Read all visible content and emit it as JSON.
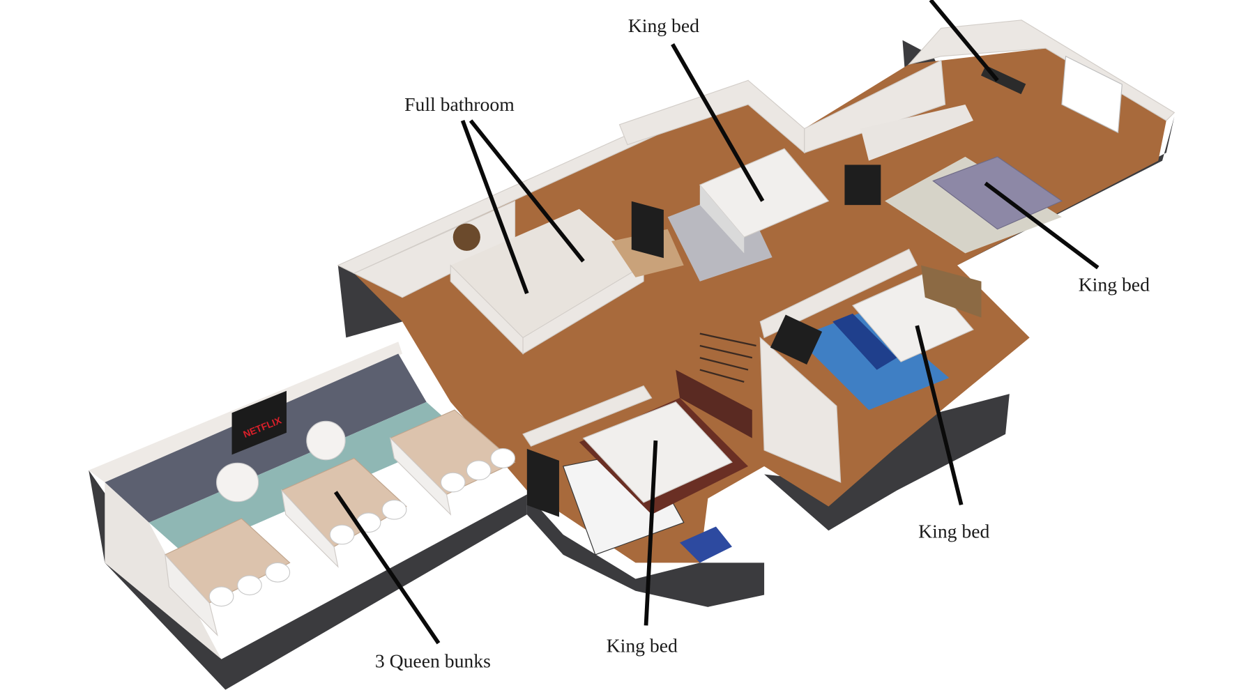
{
  "title": "Isometric floor plan with room callouts",
  "labels": {
    "king_bed_top": "King bed",
    "full_bathroom": "Full bathroom",
    "king_bed_right": "King bed",
    "king_bed_middle": "King bed",
    "king_bed_bottom": "King bed",
    "queen_bunks": "3 Queen bunks"
  },
  "tv_sign": "NETFLIX",
  "colors": {
    "wood": "#a86a3c",
    "wall_exterior": "#3b3b3e",
    "wall_interior": "#ebe7e3",
    "bunk_room_wall": "#5c6070",
    "rug_blue": "#3f7fc4",
    "accent_teal": "#2a9db0",
    "sign_red": "#d8202a"
  }
}
